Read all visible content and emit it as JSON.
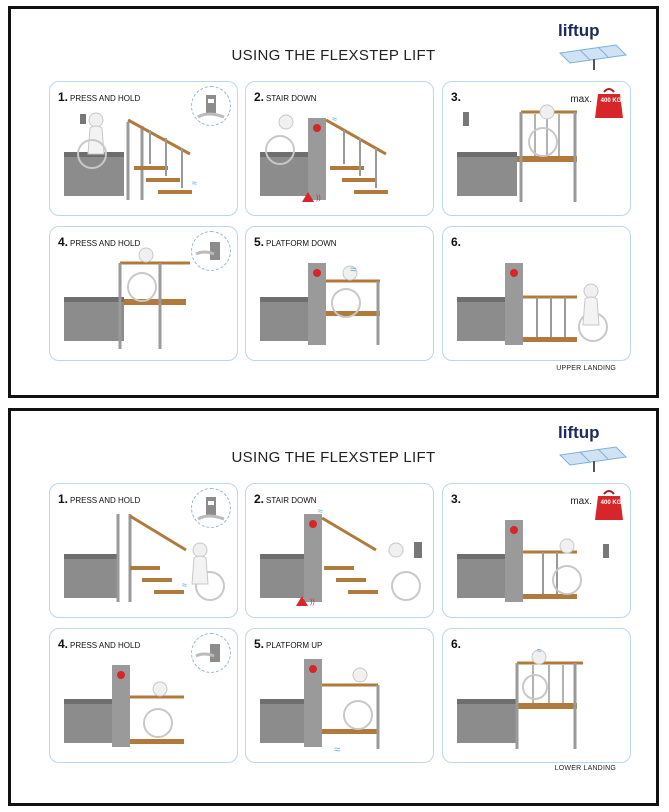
{
  "upper": {
    "title": "USING THE FLEXSTEP LIFT",
    "logo": "liftup",
    "landing": "UPPER LANDING",
    "panels": [
      {
        "num": "1.",
        "label": "PRESS AND HOLD"
      },
      {
        "num": "2.",
        "label": "STAIR DOWN"
      },
      {
        "num": "3.",
        "label": "",
        "max": "max.",
        "weight": "400 KG"
      },
      {
        "num": "4.",
        "label": "PRESS AND HOLD"
      },
      {
        "num": "5.",
        "label": "PLATFORM DOWN"
      },
      {
        "num": "6.",
        "label": ""
      }
    ]
  },
  "lower": {
    "title": "USING THE FLEXSTEP LIFT",
    "logo": "liftup",
    "landing": "LOWER LANDING",
    "panels": [
      {
        "num": "1.",
        "label": "PRESS AND HOLD"
      },
      {
        "num": "2.",
        "label": "STAIR DOWN"
      },
      {
        "num": "3.",
        "label": "",
        "max": "max.",
        "weight": "400 KG"
      },
      {
        "num": "4.",
        "label": "PRESS AND HOLD"
      },
      {
        "num": "5.",
        "label": "PLATFORM UP"
      },
      {
        "num": "6.",
        "label": ""
      }
    ]
  },
  "colors": {
    "panel_border": "#bcd6ea",
    "concrete": "#8c8c8c",
    "wood": "#b07a3c",
    "metal": "#9a9a9a",
    "alert": "#d7262a",
    "accent": "#5aa9d6"
  }
}
